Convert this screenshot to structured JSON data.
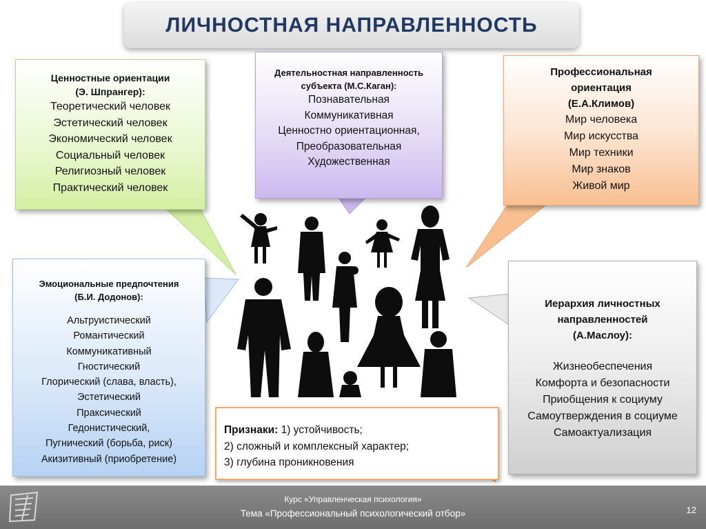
{
  "title": "ЛИЧНОСТНАЯ НАПРАВЛЕННОСТЬ",
  "value_orientations": {
    "header": [
      "Ценностные ориентации",
      "(Э. Шпрангер):"
    ],
    "items": [
      "Теоретический человек",
      "Эстетический человек",
      "Экономический человек",
      "Социальный человек",
      "Религиозный человек",
      "Практический человек"
    ]
  },
  "activity_orientation": {
    "header": [
      "Деятельностная направленность",
      "субъекта (М.С.Каган):"
    ],
    "items": [
      "Познавательная",
      "Коммуникативная",
      "Ценностно ориентационная,",
      "Преобразовательная",
      "Художественная"
    ]
  },
  "professional_orientation": {
    "header": [
      "Профессиональная",
      "ориентация",
      "(Е.А.Климов)"
    ],
    "items": [
      "Мир человека",
      "Мир искусства",
      "Мир техники",
      "Мир знаков",
      "Живой мир"
    ]
  },
  "emotional_preferences": {
    "header": [
      "Эмоциональные предпочтения",
      "(Б.И. Додонов):"
    ],
    "items": [
      "Альтруистический",
      "Романтический",
      "Коммуникативный",
      "Гностический",
      "Глорический (слава, власть),",
      "Эстетический",
      "Праксический",
      "Гедонистический,",
      "Пугнический (борьба, риск)",
      "Акизитивный (приобретение)"
    ]
  },
  "hierarchy": {
    "header": [
      "Иерархия личностных",
      "направленностей",
      "(А.Маслоу):"
    ],
    "items": [
      "Жизнеобеспечения",
      "Комфорта и безопасности",
      "Приобщения к социуму",
      "Самоутверждения в социуме",
      "Самоактуализация"
    ]
  },
  "signs": {
    "label": "Признаки:",
    "line1": " 1) устойчивость;",
    "line2": "2) сложный и комплексный  характер;",
    "line3": "3) глубина  проникновения"
  },
  "footer": {
    "course": "Курс «Управленческая психология»",
    "topic": "Тема «Профессиональный  психологический  отбор»",
    "page_number": "12"
  },
  "colors": {
    "title": "#1f3864",
    "green": "#d4efa3",
    "purple": "#cbb9ee",
    "orange": "#f9bf91",
    "blue": "#b6d2f3",
    "gray": "#cfcfcf",
    "signs_border": "#f2a96a",
    "footer": "#7a7a7a"
  }
}
